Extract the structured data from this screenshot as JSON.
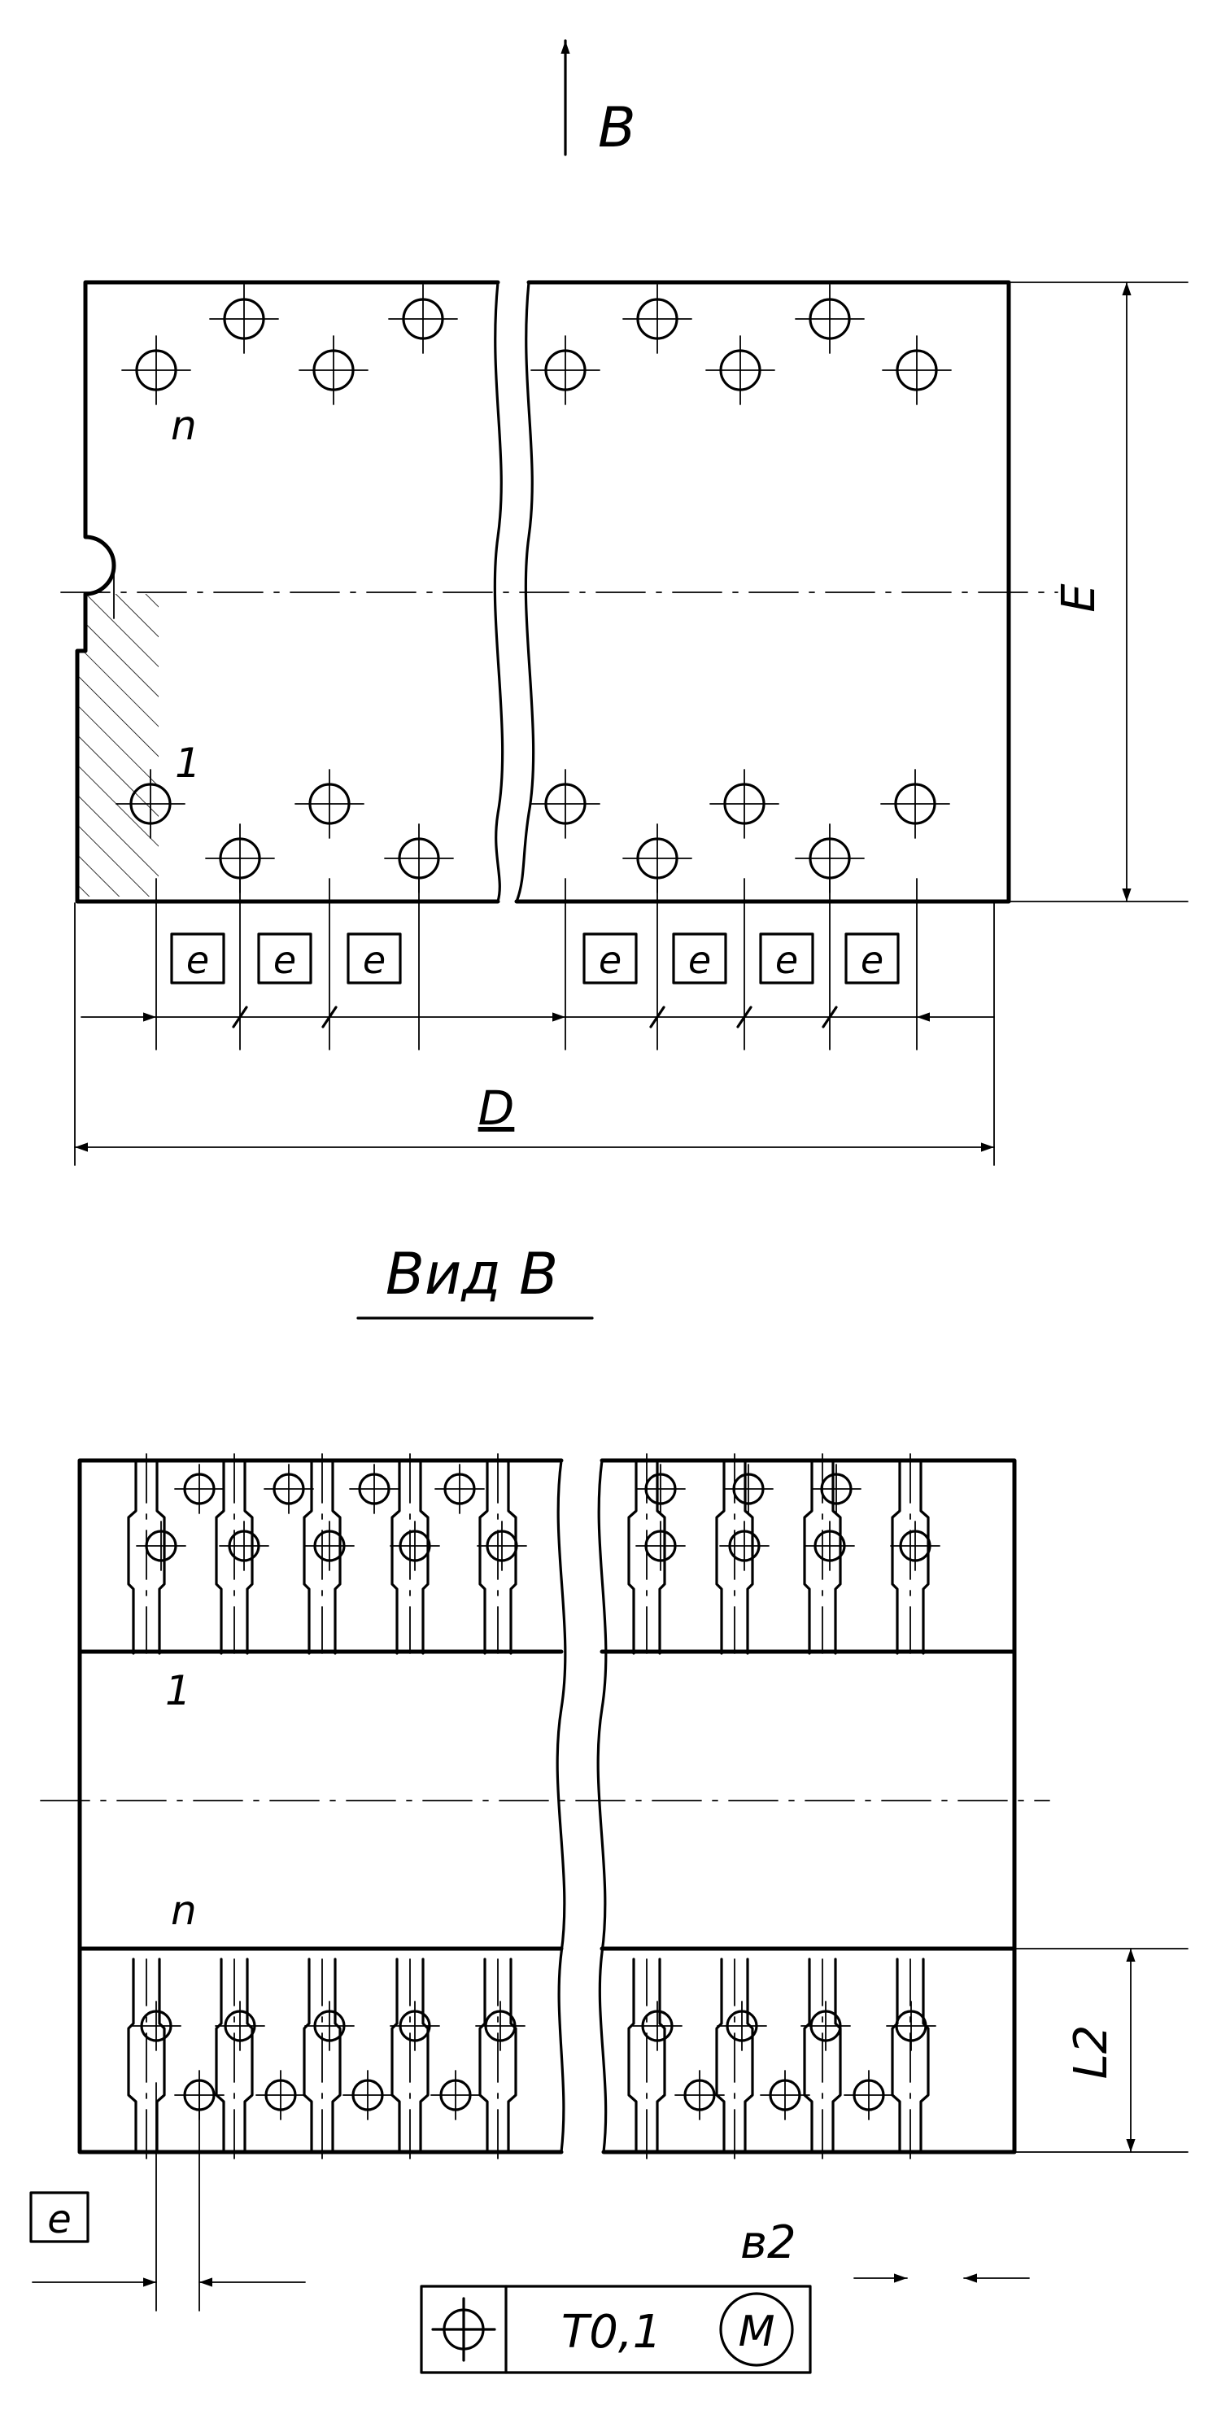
{
  "labels": {
    "view_arrow": "B",
    "view_title": "Вид В",
    "dim_d": "D",
    "dim_e": "E",
    "dim_l2": "L2",
    "dim_b2": "в2",
    "pin_first": "1",
    "pin_last": "n",
    "pitch_e": "e"
  },
  "tolerance_frame": {
    "symbol": "position-icon",
    "value": "T0,1",
    "modifier": "M"
  }
}
